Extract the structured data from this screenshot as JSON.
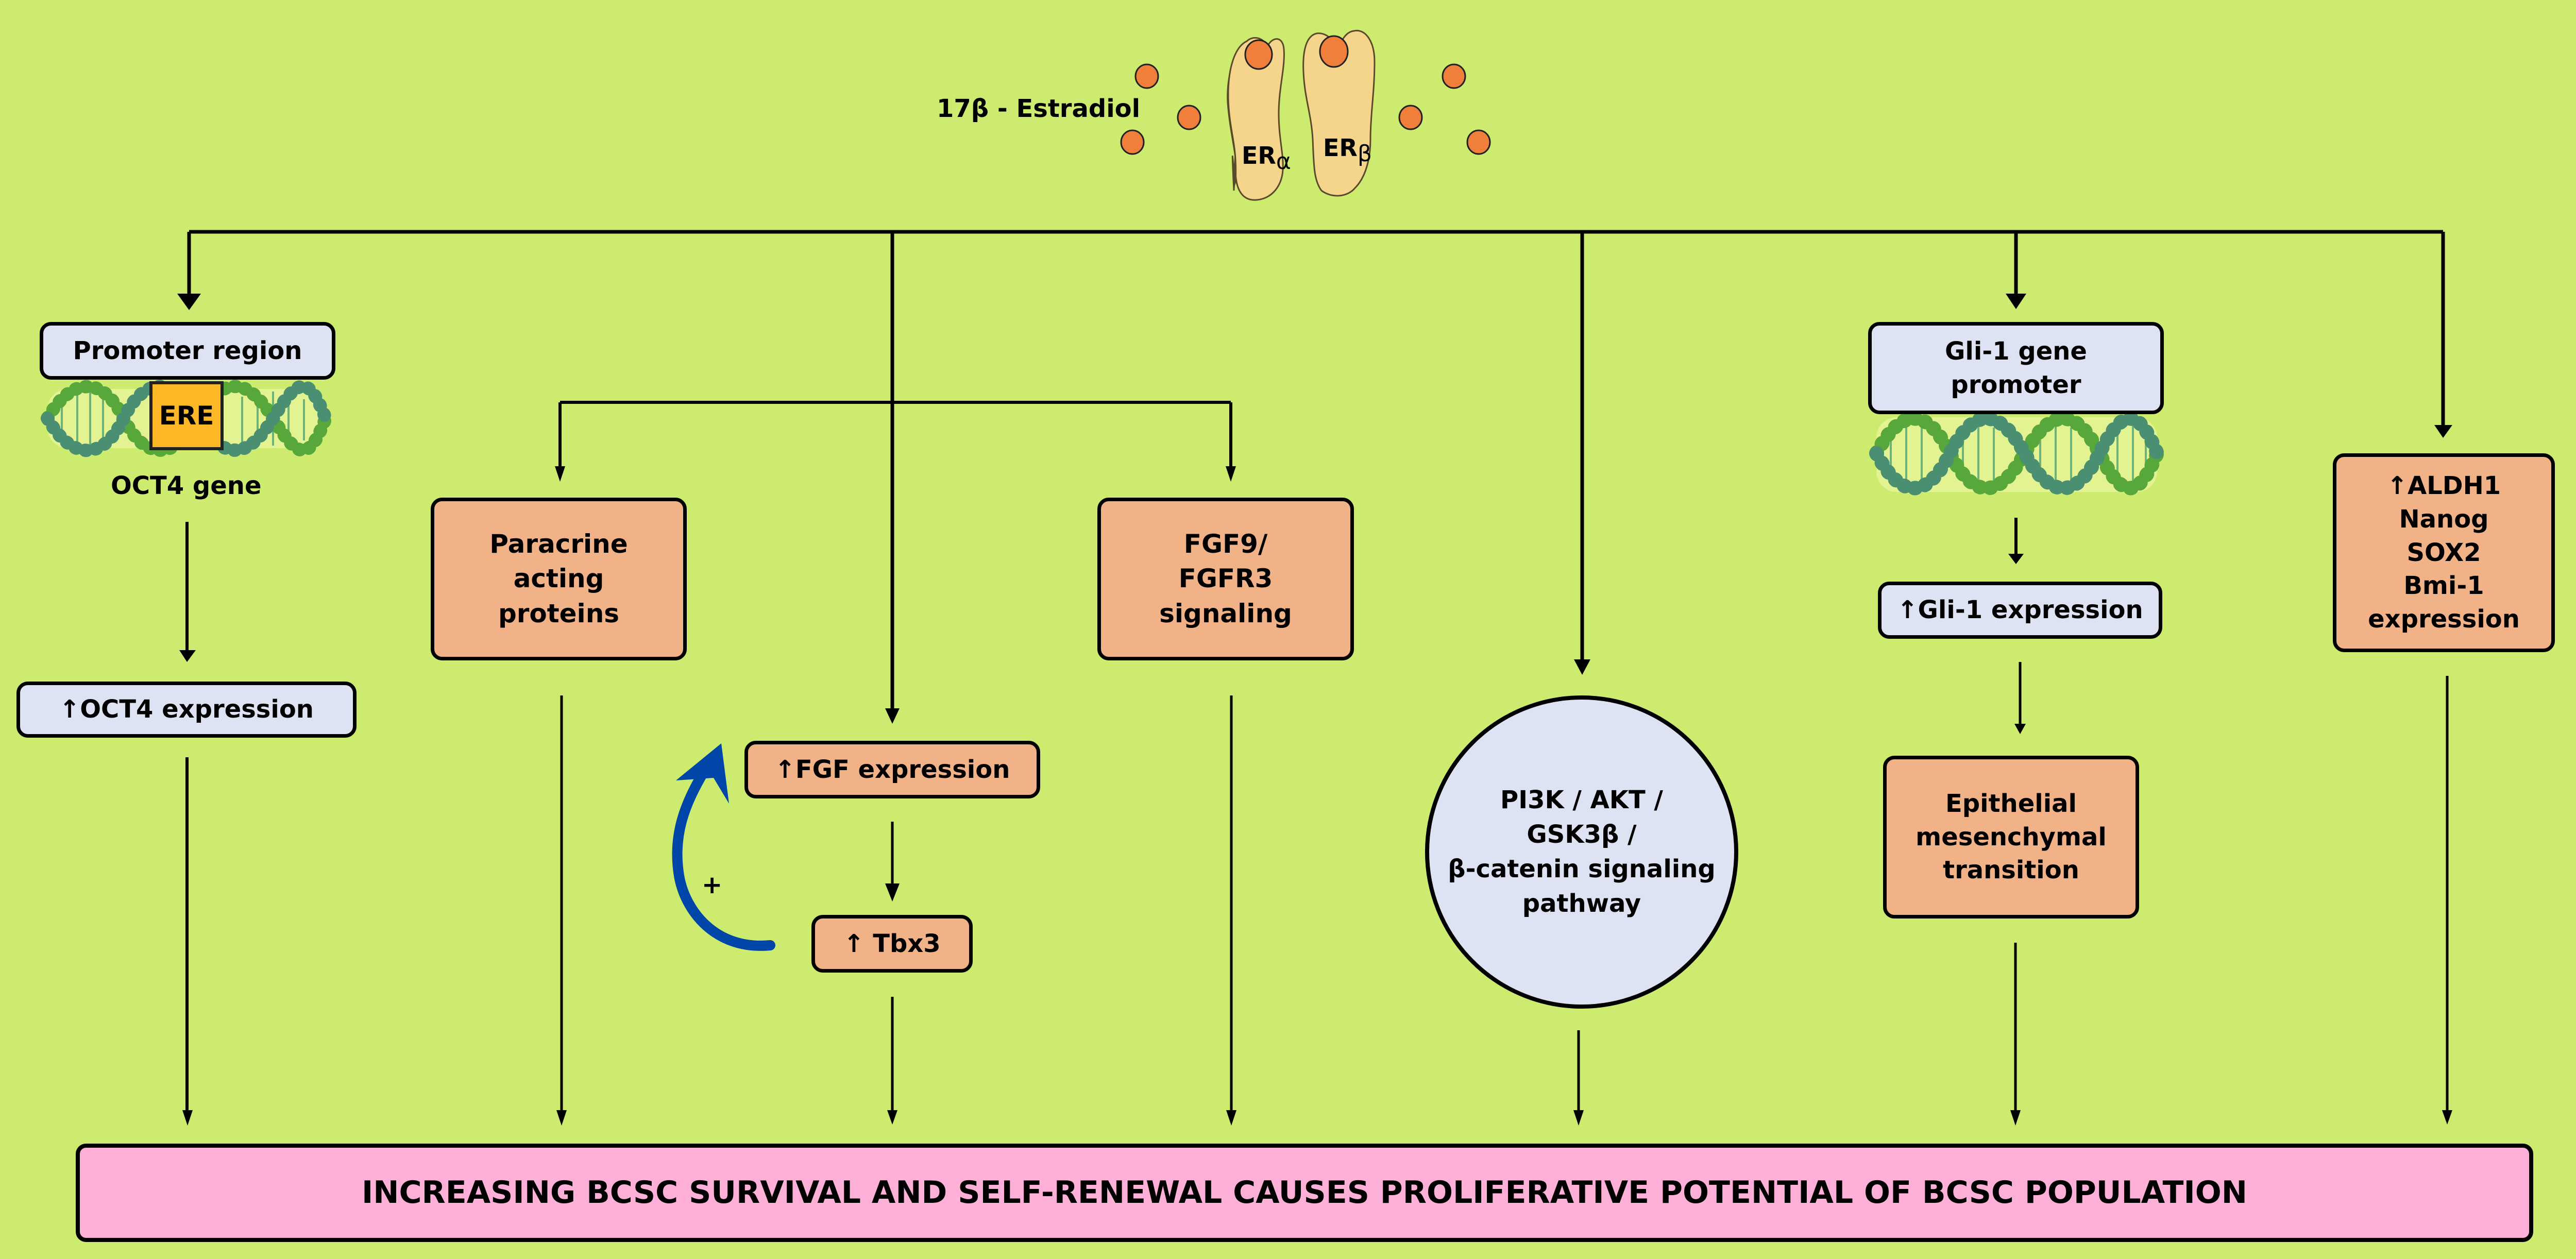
{
  "header": {
    "ligand_label": "17β - Estradiol",
    "receptor_alpha": {
      "base": "ER",
      "sub": "α"
    },
    "receptor_beta": {
      "base": "ER",
      "sub": "β"
    }
  },
  "oct4_branch": {
    "promoter_label": "Promoter region",
    "ere_label": "ERE",
    "gene_label": "OCT4 gene",
    "expression_label": "↑OCT4 expression"
  },
  "paracrine_branch": {
    "lines": [
      "Paracrine",
      "acting",
      "proteins"
    ]
  },
  "fgf_branch": {
    "fgf_expression_label": "↑FGF expression",
    "tbx3_label": "↑ Tbx3",
    "feedback_sign": "+"
  },
  "fgf9_branch": {
    "lines": [
      "FGF9/",
      "FGFR3",
      "signaling"
    ]
  },
  "pi3k_branch": {
    "lines": [
      "PI3K / AKT /",
      "GSK3β /",
      "β-catenin signaling",
      "pathway"
    ]
  },
  "gli_branch": {
    "promoter_lines": [
      "Gli-1 gene",
      "promoter"
    ],
    "expression_label": "↑Gli-1 expression",
    "emt_lines": [
      "Epithelial",
      "mesenchymal",
      "transition"
    ]
  },
  "stemness_branch": {
    "lines": [
      "↑ALDH1",
      "Nanog",
      "SOX2",
      "Bmi-1",
      "expression"
    ]
  },
  "outcome": {
    "label": "INCREASING BCSC SURVIVAL AND SELF-RENEWAL CAUSES PROLIFERATIVE POTENTIAL OF BCSC POPULATION"
  },
  "colors": {
    "background": "#cdec6f",
    "blue_box": "#dde3f2",
    "salmon_box": "#f2b287",
    "pink_box": "#ffb0d8",
    "ere_box": "#fdb827",
    "estradiol_dot": "#f07f3c",
    "receptor": "#f5d48c",
    "feedback_arrow": "#0046a8"
  }
}
